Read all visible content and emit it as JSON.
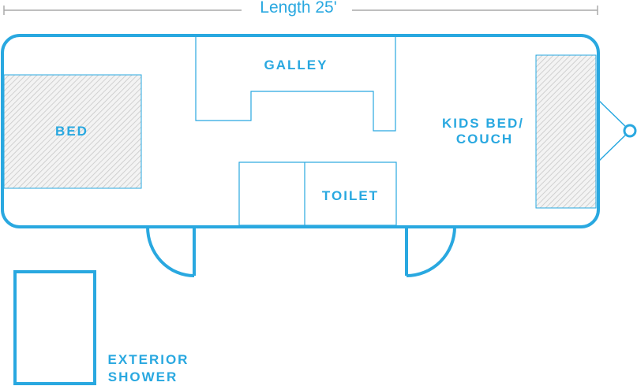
{
  "dimension": {
    "label": "Length 25'"
  },
  "rooms": {
    "galley": "GALLEY",
    "bed": "BED",
    "kids_bed_line1": "KIDS BED/",
    "kids_bed_line2": "COUCH",
    "toilet": "TOILET",
    "shower_line1": "EXTERIOR",
    "shower_line2": "SHOWER"
  },
  "colors": {
    "outline": "#29a8e0",
    "dimension": "#aaaaaa",
    "hatch": "#c8c8c8"
  }
}
